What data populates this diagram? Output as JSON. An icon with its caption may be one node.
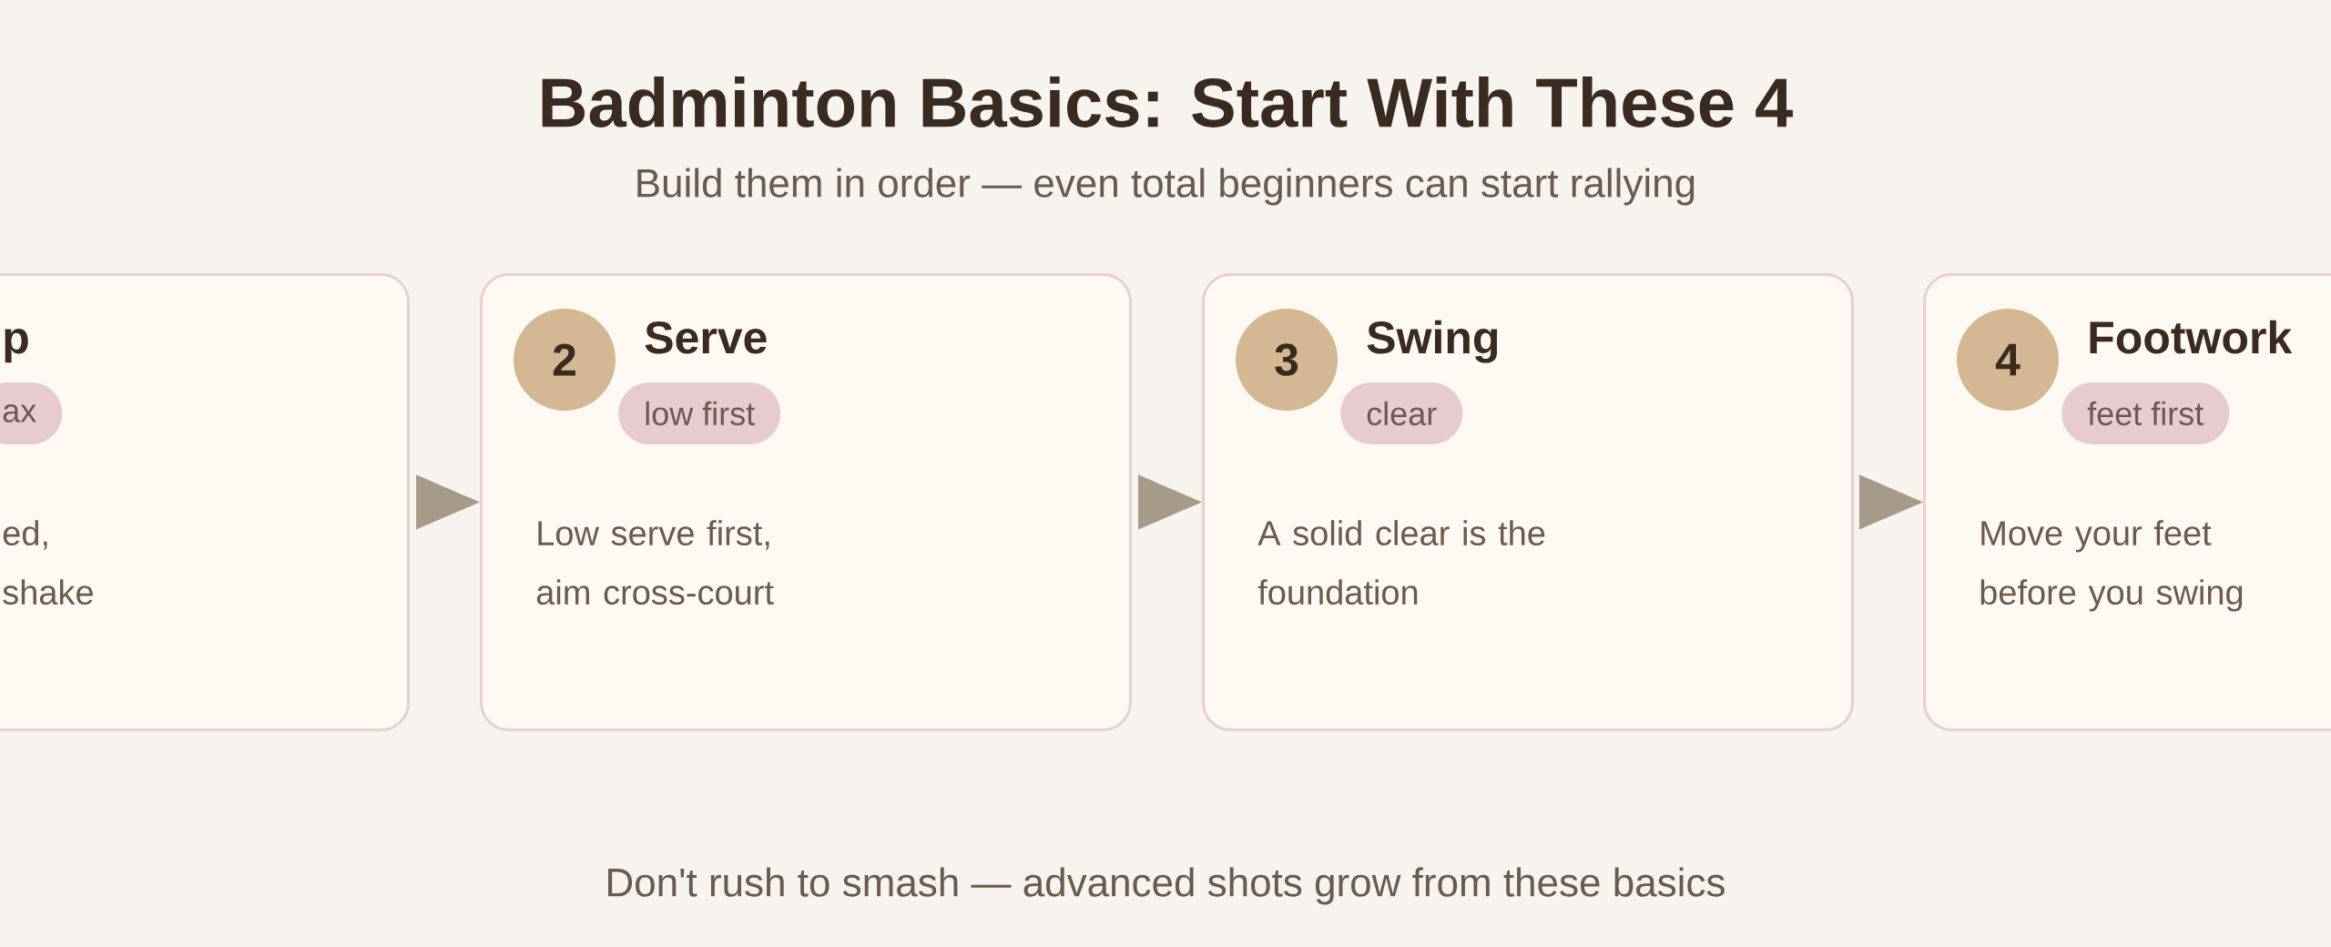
{
  "diagram": {
    "title": "Badminton Basics: Start With These 4",
    "caption": "Don't rush to smash — advanced shots grow from these basics",
    "labels": [
      "Build them in order — even total beginners can start rallying"
    ],
    "nodes": [
      {
        "text": [
          "p",
          "ax",
          "ed, shake"
        ]
      },
      {
        "text": [
          "2",
          "Serve",
          "low first",
          "Low serve first, aim cross-court"
        ]
      },
      {
        "text": [
          "3",
          "Swing",
          "clear",
          "A solid clear is the foundation"
        ]
      },
      {
        "text": [
          "4",
          "Footwork",
          "feet first",
          "Move your feet before you swing"
        ]
      }
    ],
    "edges": [
      {
        "from": 0,
        "to": 1,
        "arrow": "to"
      },
      {
        "from": 1,
        "to": 2,
        "arrow": "to"
      },
      {
        "from": 2,
        "to": 3,
        "arrow": "to"
      }
    ]
  }
}
